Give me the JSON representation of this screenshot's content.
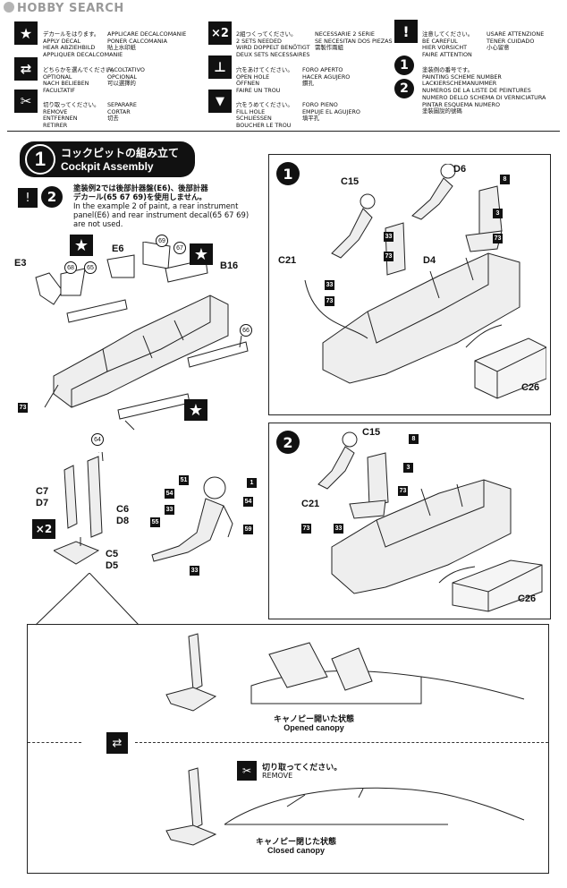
{
  "watermark": "HOBBY SEARCH",
  "legend": [
    {
      "icon": "★",
      "lines": [
        "デカールをはります。",
        "APPLY DECAL",
        "HEAR ABZIEHBILD",
        "APPLIQUER DECALCOMANIE"
      ],
      "lines2": [
        "APPLICARE DECALCOMANIE",
        "PONER CALCOMANIA",
        "貼上水印紙"
      ]
    },
    {
      "icon": "×2",
      "lines": [
        "2組つくってください。",
        "2 SETS NEEDED",
        "WIRD DOPPELT BENÖTIGT",
        "DEUX SETS NECESSAIRES"
      ],
      "lines2": [
        "NECESSARIE 2 SERIE",
        "SE NECESITAN DOS PIEZAS",
        "需製作兩組"
      ]
    },
    {
      "icon": "!",
      "lines": [
        "注意してください。",
        "BE CAREFUL",
        "HIER VORSICHT",
        "FAIRE ATTENTION"
      ],
      "lines2": [
        "USARE ATTENZIONE",
        "TENER CUIDADO",
        "小心留意"
      ]
    },
    {
      "icon": "⇄",
      "lines": [
        "どちらかを選んでください。",
        "OPTIONAL",
        "NACH BELIEBEN",
        "FACULTATIF"
      ],
      "lines2": [
        "FACOLTATIVO",
        "OPCIONAL",
        "可以選擇的"
      ]
    },
    {
      "icon": "⊥",
      "lines": [
        "穴をあけてください。",
        "OPEN HOLE",
        "ÖFFNEN",
        "FAIRE UN TROU"
      ],
      "lines2": [
        "FORO APERTO",
        "HACER AGUJERO",
        "鑽孔"
      ]
    },
    {
      "icon": "1",
      "lines": [
        "塗装例の番号です。",
        "PAINTING SCHEME NUMBER",
        "LACKIERSCHEMANUMMER",
        "NUMEROS DE LA LISTE DE PEINTURES"
      ],
      "lines2": []
    },
    {
      "icon": "2",
      "lines": [
        "NUMERO DELLO SCHEMA DI VERNICIATURA",
        "PINTAR ESQUEMA NUMERO",
        "塗裝圖說的號碼"
      ],
      "lines2": []
    },
    {
      "icon": "✂",
      "lines": [
        "切り取ってください。",
        "REMOVE",
        "ENTFERNEN",
        "RETIRER"
      ],
      "lines2": [
        "SEPARARE",
        "CORTAR",
        "切去"
      ]
    },
    {
      "icon": "▼",
      "lines": [
        "穴をうめてください。",
        "FILL HOLE",
        "SCHLIESSEN",
        "BOUCHER LE TROU"
      ],
      "lines2": [
        "FORO PIENO",
        "EMPUJE EL AGUJERO",
        "填平孔"
      ]
    }
  ],
  "step": {
    "number": "1",
    "title_jp": "コックピットの組み立て",
    "title_en": "Cockpit Assembly"
  },
  "note": {
    "scheme": "2",
    "jp1": "塗装例2では後部計器盤(E6)、後部計器",
    "jp2": "デカール(65 67 69)を使用しません。",
    "en1": "In the example 2 of paint, a rear instrument",
    "en2": "panel(E6) and rear instrument decal(65 67 69)",
    "en3": "are not used."
  },
  "parts": {
    "E3": "E3",
    "E6": "E6",
    "B16": "B16",
    "C7": "C7",
    "D7": "D7",
    "C6": "C6",
    "D8": "D8",
    "C5": "C5",
    "D5": "D5",
    "C15": "C15",
    "D6": "D6",
    "C21": "C21",
    "D4": "D4",
    "C26": "C26",
    "x2": "×2"
  },
  "decals": {
    "d69": "69",
    "d67": "67",
    "d68": "68",
    "d65": "65",
    "d66": "66",
    "d64": "64",
    "d73": "73",
    "d51": "51",
    "d54": "54",
    "d33": "33",
    "d55": "55",
    "d59": "59",
    "d1": "1",
    "d8": "8",
    "d3": "3"
  },
  "schemes": {
    "one": "1",
    "two": "2"
  },
  "canopy": {
    "opened_jp": "キャノピー開いた状態",
    "opened_en": "Opened canopy",
    "remove_jp": "切り取ってください。",
    "remove_en": "REMOVE",
    "closed_jp": "キャノピー閉じた状態",
    "closed_en": "Closed canopy"
  }
}
